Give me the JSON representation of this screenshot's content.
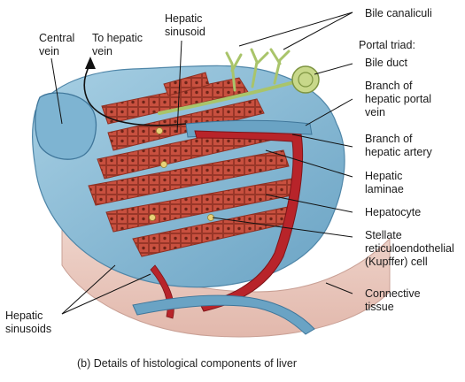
{
  "labels": {
    "bile_canaliculi": "Bile canaliculi",
    "central_vein_l1": "Central",
    "central_vein_l2": "vein",
    "to_hepatic_vein_l1": "To hepatic",
    "to_hepatic_vein_l2": "vein",
    "hepatic_sinusoid_l1": "Hepatic",
    "hepatic_sinusoid_l2": "sinusoid",
    "portal_triad": "Portal triad:",
    "bile_duct": "Bile duct",
    "portal_vein_l1": "Branch of",
    "portal_vein_l2": "hepatic portal",
    "portal_vein_l3": "vein",
    "hepatic_artery_l1": "Branch of",
    "hepatic_artery_l2": "hepatic artery",
    "laminae_l1": "Hepatic",
    "laminae_l2": "laminae",
    "hepatocyte": "Hepatocyte",
    "stellate_l1": "Stellate",
    "stellate_l2": "reticuloendothelial",
    "stellate_l3": "(Kupffer) cell",
    "connective_l1": "Connective",
    "connective_l2": "tissue",
    "sinusoids_l1": "Hepatic",
    "sinusoids_l2": "sinusoids"
  },
  "caption": "(b) Details of histological components of liver",
  "colors": {
    "hepatocyte": "#c8503f",
    "hepatocyte_edge": "#8e2f22",
    "nucleus": "#6e2418",
    "sinusoid_blue": "#8fbfd8",
    "vein_blue": "#6aa3c4",
    "artery_red": "#b8242a",
    "bile_green": "#a9c46a",
    "connective": "#e9c9c0",
    "leader": "#111111"
  }
}
